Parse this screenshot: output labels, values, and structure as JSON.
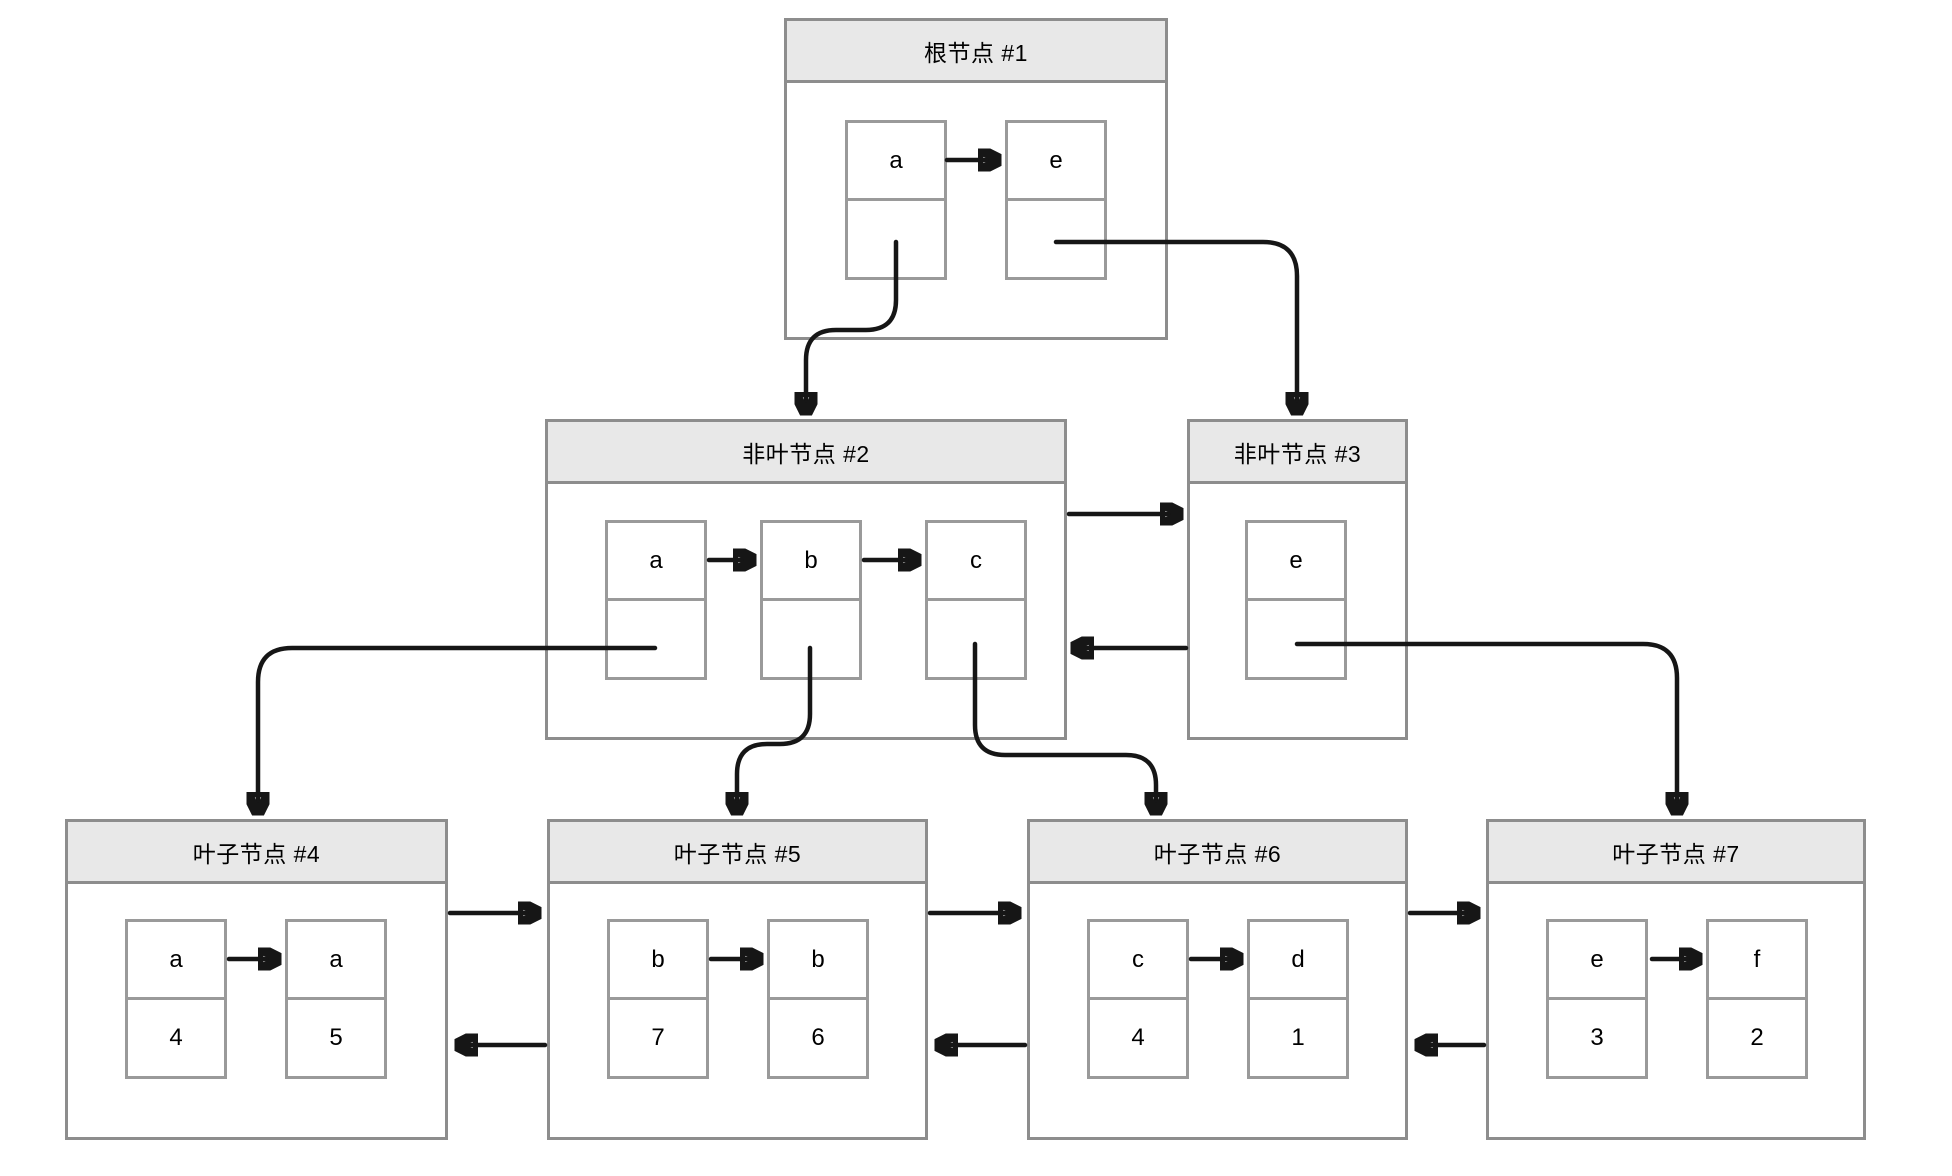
{
  "diagram": {
    "kind": "bplus-tree",
    "colors": {
      "background": "#ffffff",
      "header_fill": "#e8e8e8",
      "node_border": "#8d8d8d",
      "cell_border": "#9a9a9a",
      "arrow": "#161616"
    },
    "nodes": [
      {
        "id": "1",
        "title": "根节点 #1",
        "role": "root",
        "cells": [
          {
            "key": "a"
          },
          {
            "key": "e"
          }
        ]
      },
      {
        "id": "2",
        "title": "非叶节点 #2",
        "role": "internal",
        "cells": [
          {
            "key": "a"
          },
          {
            "key": "b"
          },
          {
            "key": "c"
          }
        ]
      },
      {
        "id": "3",
        "title": "非叶节点 #3",
        "role": "internal",
        "cells": [
          {
            "key": "e"
          }
        ]
      },
      {
        "id": "4",
        "title": "叶子节点 #4",
        "role": "leaf",
        "cells": [
          {
            "key": "a",
            "value": "4"
          },
          {
            "key": "a",
            "value": "5"
          }
        ]
      },
      {
        "id": "5",
        "title": "叶子节点 #5",
        "role": "leaf",
        "cells": [
          {
            "key": "b",
            "value": "7"
          },
          {
            "key": "b",
            "value": "6"
          }
        ]
      },
      {
        "id": "6",
        "title": "叶子节点 #6",
        "role": "leaf",
        "cells": [
          {
            "key": "c",
            "value": "4"
          },
          {
            "key": "d",
            "value": "1"
          }
        ]
      },
      {
        "id": "7",
        "title": "叶子节点 #7",
        "role": "leaf",
        "cells": [
          {
            "key": "e",
            "value": "3"
          },
          {
            "key": "f",
            "value": "2"
          }
        ]
      }
    ],
    "edges": [
      {
        "from": "node-1.key-a",
        "to": "node-1.key-e",
        "kind": "key-order-arrow"
      },
      {
        "from": "node-1.pointer-a",
        "to": "node-2",
        "kind": "child-pointer"
      },
      {
        "from": "node-1.pointer-e",
        "to": "node-3",
        "kind": "child-pointer"
      },
      {
        "from": "node-2.key-a",
        "to": "node-2.key-b",
        "kind": "key-order-arrow"
      },
      {
        "from": "node-2.key-b",
        "to": "node-2.key-c",
        "kind": "key-order-arrow"
      },
      {
        "from": "node-2",
        "to": "node-3",
        "kind": "next-sibling-link"
      },
      {
        "from": "node-3",
        "to": "node-2",
        "kind": "prev-sibling-link"
      },
      {
        "from": "node-2.pointer-a",
        "to": "node-4",
        "kind": "child-pointer"
      },
      {
        "from": "node-2.pointer-b",
        "to": "node-5",
        "kind": "child-pointer"
      },
      {
        "from": "node-2.pointer-c",
        "to": "node-6",
        "kind": "child-pointer"
      },
      {
        "from": "node-3.pointer-e",
        "to": "node-7",
        "kind": "child-pointer"
      },
      {
        "from": "node-4.key-a",
        "to": "node-4.key-a2",
        "kind": "key-order-arrow"
      },
      {
        "from": "node-5.key-b",
        "to": "node-5.key-b2",
        "kind": "key-order-arrow"
      },
      {
        "from": "node-6.key-c",
        "to": "node-6.key-d",
        "kind": "key-order-arrow"
      },
      {
        "from": "node-7.key-e",
        "to": "node-7.key-f",
        "kind": "key-order-arrow"
      },
      {
        "from": "node-4",
        "to": "node-5",
        "kind": "next-sibling-link"
      },
      {
        "from": "node-5",
        "to": "node-4",
        "kind": "prev-sibling-link"
      },
      {
        "from": "node-5",
        "to": "node-6",
        "kind": "next-sibling-link"
      },
      {
        "from": "node-6",
        "to": "node-5",
        "kind": "prev-sibling-link"
      },
      {
        "from": "node-6",
        "to": "node-7",
        "kind": "next-sibling-link"
      },
      {
        "from": "node-7",
        "to": "node-6",
        "kind": "prev-sibling-link"
      }
    ]
  }
}
